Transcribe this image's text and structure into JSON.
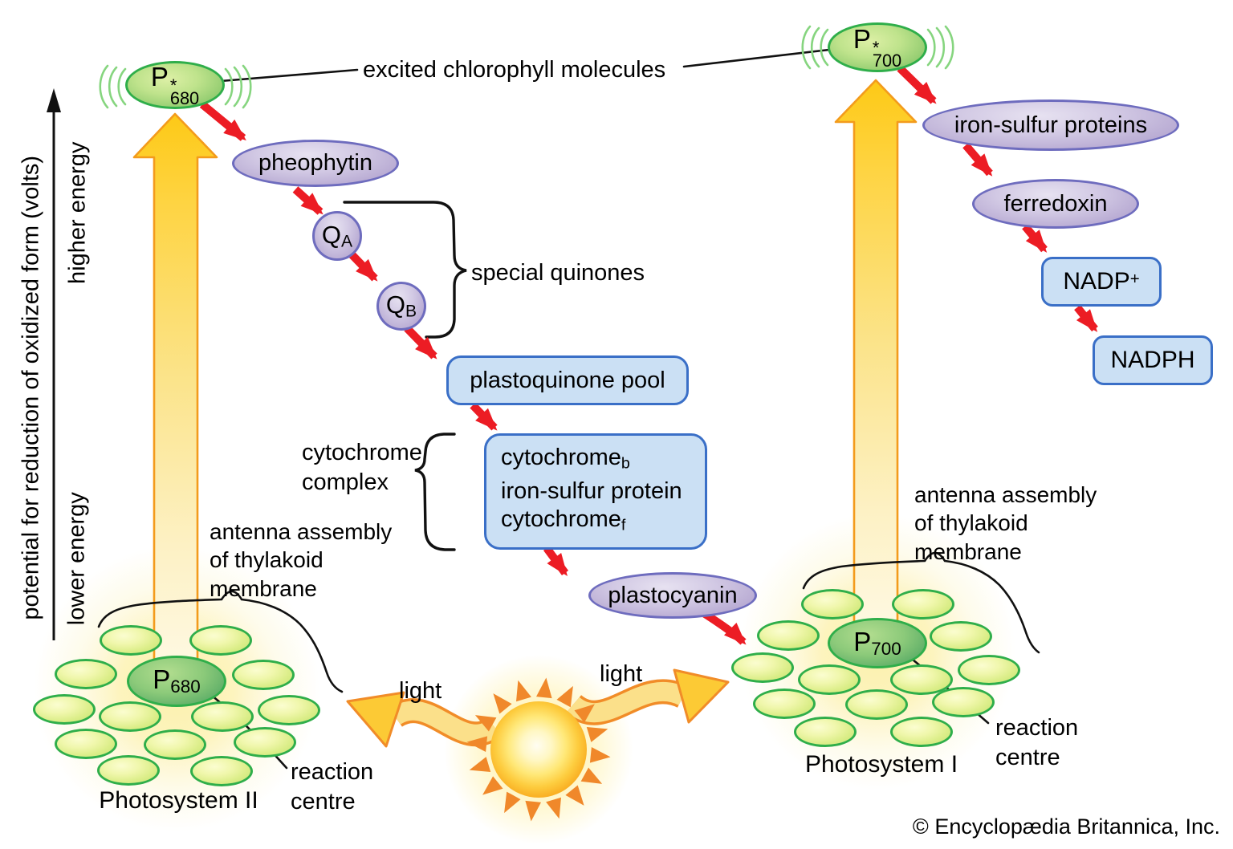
{
  "axis": {
    "label": "potential for reduction of oxidized form (volts)",
    "higher": "higher energy",
    "lower": "lower energy"
  },
  "annotations": {
    "excited_chlorophyll": "excited chlorophyll molecules",
    "special_quinones": "special quinones",
    "cytochrome_complex": [
      "cytochrome",
      "complex"
    ],
    "antenna_left": [
      "antenna assembly",
      "of thylakoid",
      "membrane"
    ],
    "antenna_right": [
      "antenna assembly",
      "of thylakoid",
      "membrane"
    ],
    "reaction_centre_left": [
      "reaction",
      "centre"
    ],
    "reaction_centre_right": [
      "reaction",
      "centre"
    ],
    "light_left": "light",
    "light_right": "light",
    "photosystem_ii": "Photosystem II",
    "photosystem_i": "Photosystem I",
    "copyright": "© Encyclopædia Britannica, Inc."
  },
  "nodes": {
    "p680_excited": {
      "base": "P",
      "sup": "*",
      "sub": "680"
    },
    "p700_excited": {
      "base": "P",
      "sup": "*",
      "sub": "700"
    },
    "p680": {
      "base": "P",
      "sub": "680"
    },
    "p700": {
      "base": "P",
      "sub": "700"
    },
    "pheophytin": "pheophytin",
    "q_a": {
      "base": "Q",
      "sub": "A"
    },
    "q_b": {
      "base": "Q",
      "sub": "B"
    },
    "plastoquinone_pool": "plastoquinone pool",
    "cytochrome_box": {
      "line1": {
        "base": "cytochrome",
        "sub": "b"
      },
      "line2": "iron-sulfur protein",
      "line3": {
        "base": "cytochrome",
        "sub": "f"
      }
    },
    "plastocyanin": "plastocyanin",
    "iron_sulfur_proteins": "iron-sulfur proteins",
    "ferredoxin": "ferredoxin",
    "nadp": {
      "base": "NADP",
      "sup": "+"
    },
    "nadph": "NADPH"
  },
  "colors": {
    "red_arrow": "#ec1c24",
    "yellow_arrow_gold": "#fdc916",
    "arrow_outline": "#f39b1c",
    "green_border": "#2fae4a",
    "purple_border": "#6e6cbe",
    "blue_border": "#3a6fc7",
    "blue_fill": "#cbe0f4"
  }
}
